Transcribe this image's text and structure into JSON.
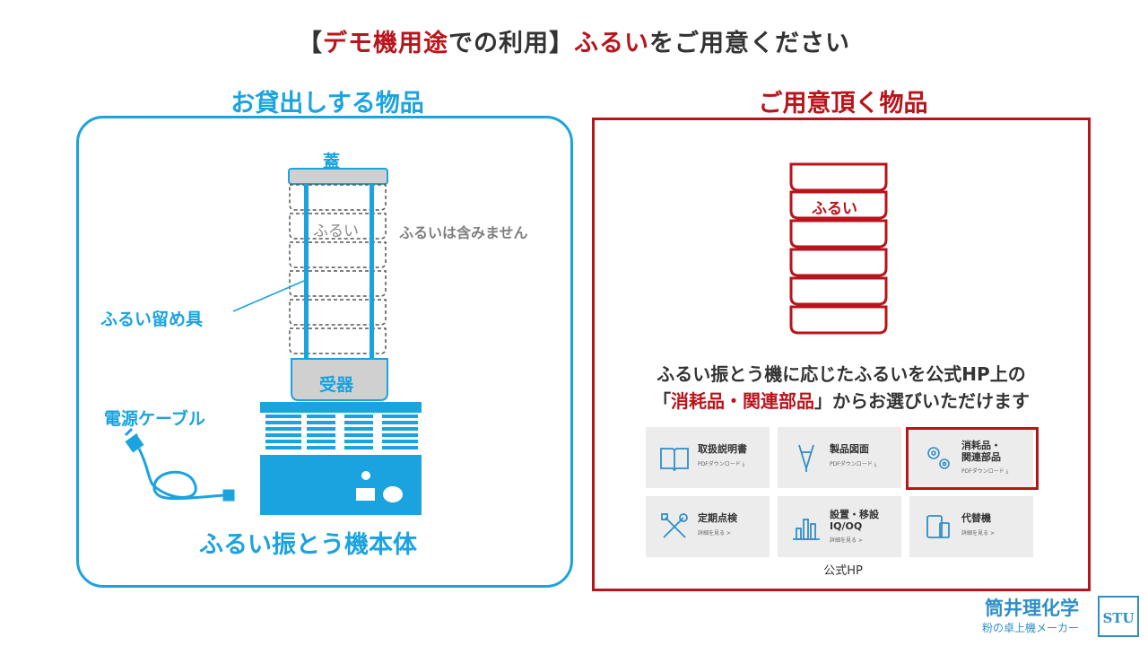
{
  "title": {
    "part1": "【",
    "part2": "デモ機用途",
    "part3": "での利用】",
    "part4": "ふるい",
    "part5": "をご用意ください"
  },
  "left_panel": {
    "heading": "お貸出しする物品",
    "lid_label": "蓋",
    "sieve_label": "ふるい",
    "not_included": "ふるいは含みません",
    "clamp_label": "ふるい留め具",
    "receiver_label": "受器",
    "cable_label": "電源ケーブル",
    "body_label": "ふるい振とう機本体"
  },
  "right_panel": {
    "heading": "ご用意頂く物品",
    "sieve_label": "ふるい",
    "desc_line1": "ふるい振とう機に応じたふるいを公式HP上の",
    "desc_open": "「",
    "desc_link": "消耗品・関連部品",
    "desc_rest": "」からお選びいただけます",
    "hp_caption": "公式HP",
    "tiles": [
      {
        "line1": "取扱説明書",
        "line2": "",
        "sub": "PDFダウンロード ⤓",
        "icon": "book-icon"
      },
      {
        "line1": "製品図面",
        "line2": "",
        "sub": "PDFダウンロード ⤓",
        "icon": "drawing-pen-icon"
      },
      {
        "line1": "消耗品・",
        "line2": "関連部品",
        "sub": "PDFダウンロード ⤓",
        "icon": "gears-icon"
      },
      {
        "line1": "定期点検",
        "line2": "",
        "sub": "詳細を見る >",
        "icon": "tools-icon"
      },
      {
        "line1": "設置・移設",
        "line2": "IQ/OQ",
        "sub": "詳細を見る >",
        "icon": "bar-chart-icon"
      },
      {
        "line1": "代替機",
        "line2": "",
        "sub": "詳細を見る >",
        "icon": "devices-icon"
      }
    ]
  },
  "logo": {
    "company": "筒井理化学",
    "tagline": "粉の卓上機メーカー",
    "mark": "STU"
  },
  "colors": {
    "blue": "#1aa3df",
    "red": "#b8141b",
    "gray_text": "#7f7f7f",
    "dark_text": "#333333",
    "tile_bg": "#ececec"
  }
}
